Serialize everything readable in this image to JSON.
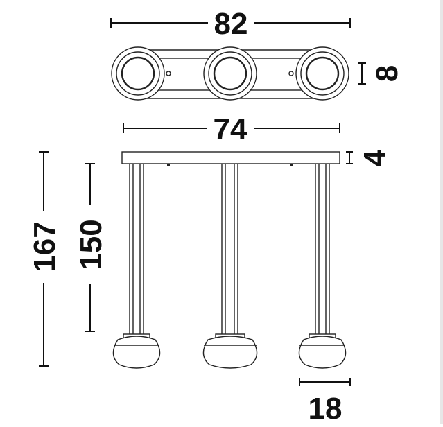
{
  "diagram": {
    "dimensions": {
      "total_width": "82",
      "plate_depth": "8",
      "canopy_width": "74",
      "canopy_height": "4",
      "total_height": "167",
      "cable_height": "150",
      "shade_diameter": "18"
    },
    "colors": {
      "line": "#111111",
      "fixture_stroke": "#222222",
      "background": "#ffffff"
    }
  }
}
